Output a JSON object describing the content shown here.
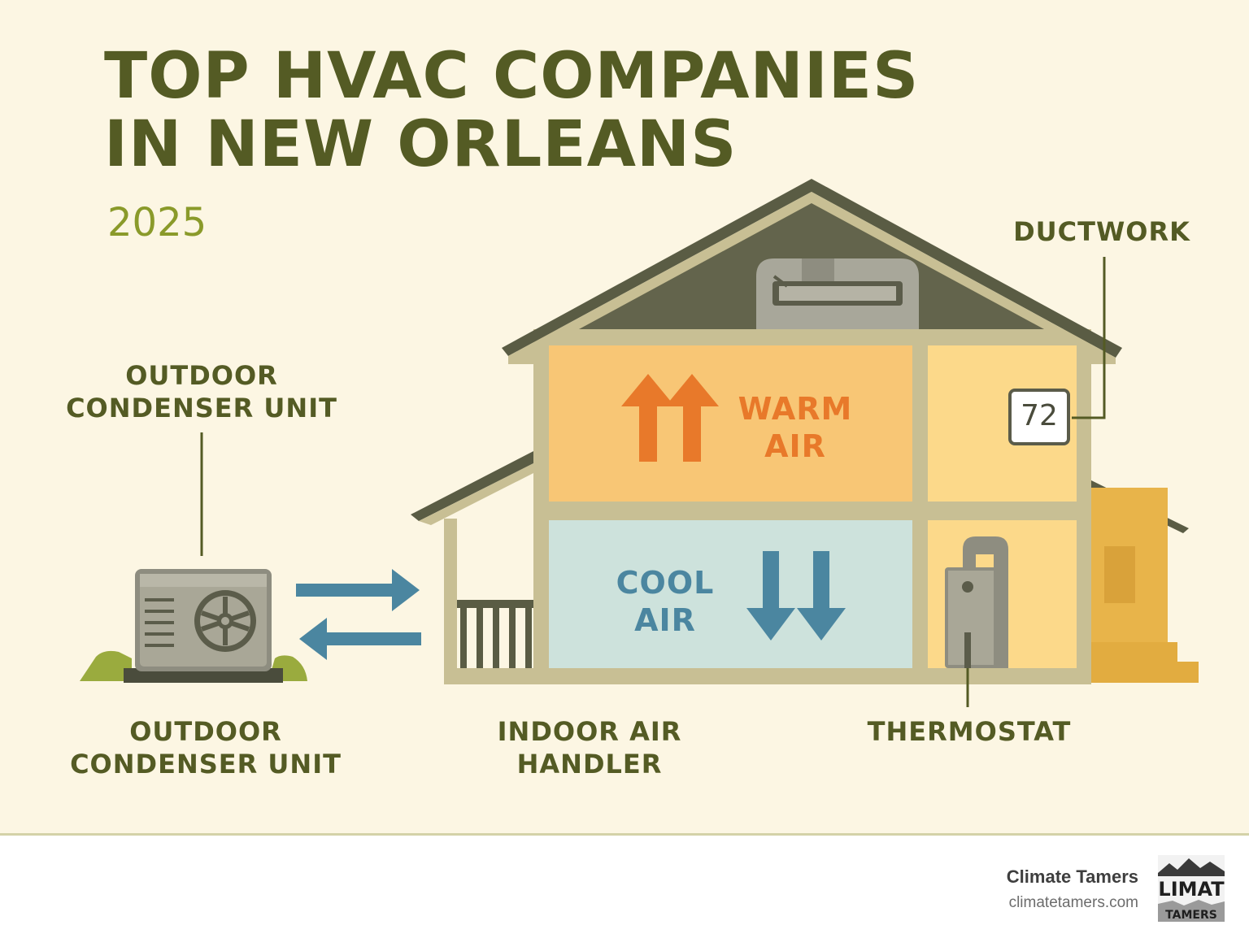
{
  "title": {
    "line1": "TOP HVAC COMPANIES",
    "line2": "IN NEW ORLEANS"
  },
  "year": "2025",
  "labels": {
    "ductwork": "DUCTWORK",
    "outdoor_top_line1": "OUTDOOR",
    "outdoor_top_line2": "CONDENSER UNIT",
    "outdoor_bottom_line1": "OUTDOOR",
    "outdoor_bottom_line2": "CONDENSER UNIT",
    "indoor_line1": "INDOOR AIR",
    "indoor_line2": "HANDLER",
    "thermostat": "THERMOSTAT"
  },
  "rooms": {
    "warm_line1": "WARM",
    "warm_line2": "AIR",
    "cool_line1": "COOL",
    "cool_line2": "AIR"
  },
  "thermostat_reading": "72",
  "footer": {
    "brand_name": "Climate Tamers",
    "brand_url": "climatetamers.com",
    "logo_text_top": "LIMAT",
    "logo_text_bottom": "TAMERS"
  },
  "colors": {
    "title": "#545b24",
    "year": "#8a9a2a",
    "warm": "#e8792a",
    "cool": "#4b86a0",
    "house_frame": "#c8bf94",
    "roof": "#5a5c44"
  }
}
